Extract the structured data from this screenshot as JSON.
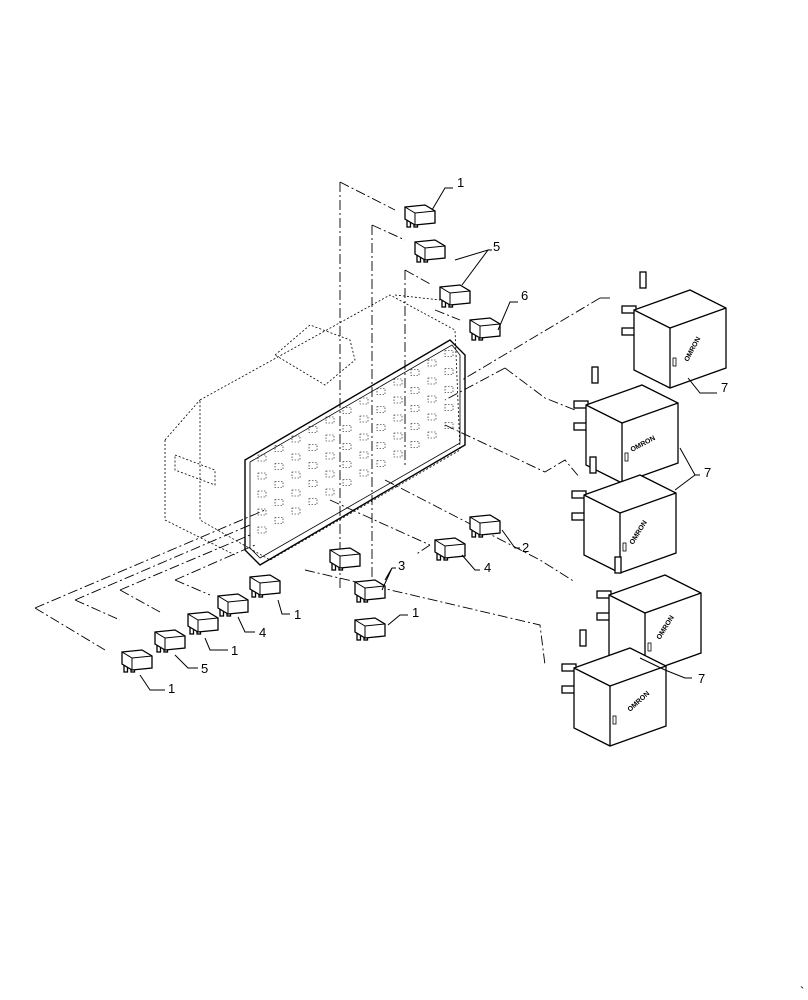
{
  "diagram": {
    "callouts": {
      "c1a": "1",
      "c5a": "5",
      "c6": "6",
      "c7a": "7",
      "c7b": "7",
      "c7c": "7",
      "c2": "2",
      "c4a": "4",
      "c3": "3",
      "c1b": "1",
      "c1c": "1",
      "c4b": "4",
      "c1d": "1",
      "c5b": "5",
      "c1e": "1"
    },
    "relay_brand": "OMRON",
    "page_mark": "`"
  }
}
